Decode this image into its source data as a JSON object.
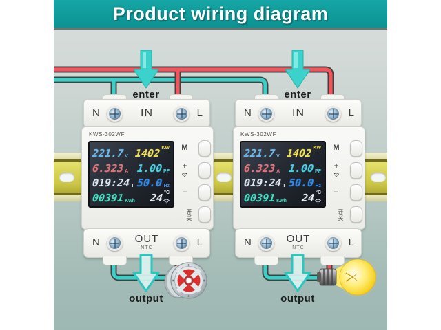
{
  "title": "Product wiring diagram",
  "flow": {
    "enter_left": "enter",
    "enter_right": "enter",
    "output_left": "output",
    "output_right": "output"
  },
  "meters": [
    {
      "model": "KWS-302WF",
      "top": {
        "n": "N",
        "mid": "IN",
        "l": "L"
      },
      "bottom": {
        "n": "N",
        "mid": "OUT",
        "sub": "NTC",
        "l": "L"
      },
      "buttons": {
        "m": "M",
        "plus": "+",
        "minus": "−",
        "onoff": "开/关"
      },
      "display": {
        "voltage": "221.7",
        "voltage_unit": "V",
        "power": "1402",
        "power_unit": "KW",
        "current": "6.323",
        "current_unit": "A",
        "pf": "1.00",
        "pf_unit": "PF",
        "time": "019:24",
        "time_unit": "T",
        "freq": "50.0",
        "freq_unit": "Hz",
        "energy": "00391",
        "energy_unit": "Kwh",
        "temp": "24",
        "temp_unit": "°C"
      }
    },
    {
      "model": "KWS-302WF",
      "top": {
        "n": "N",
        "mid": "IN",
        "l": "L"
      },
      "bottom": {
        "n": "N",
        "mid": "OUT",
        "sub": "NTC",
        "l": "L"
      },
      "buttons": {
        "m": "M",
        "plus": "+",
        "minus": "−",
        "onoff": "开/关"
      },
      "display": {
        "voltage": "221.7",
        "voltage_unit": "V",
        "power": "1402",
        "power_unit": "KW",
        "current": "6.323",
        "current_unit": "A",
        "pf": "1.00",
        "pf_unit": "PF",
        "time": "019:24",
        "time_unit": "T",
        "freq": "50.0",
        "freq_unit": "Hz",
        "energy": "00391",
        "energy_unit": "Kwh",
        "temp": "24",
        "temp_unit": "°C"
      }
    }
  ],
  "loads": {
    "left": "fan",
    "right": "light-bulb"
  },
  "colors": {
    "banner": "#0e9c9c",
    "wire_live_red": "#f4535c",
    "wire_neutral_teal": "#3ad0c7",
    "arrow_teal": "#3bd2cb",
    "din_rail_yellow": "#d8d355",
    "lcd_background": "#1c2027"
  }
}
